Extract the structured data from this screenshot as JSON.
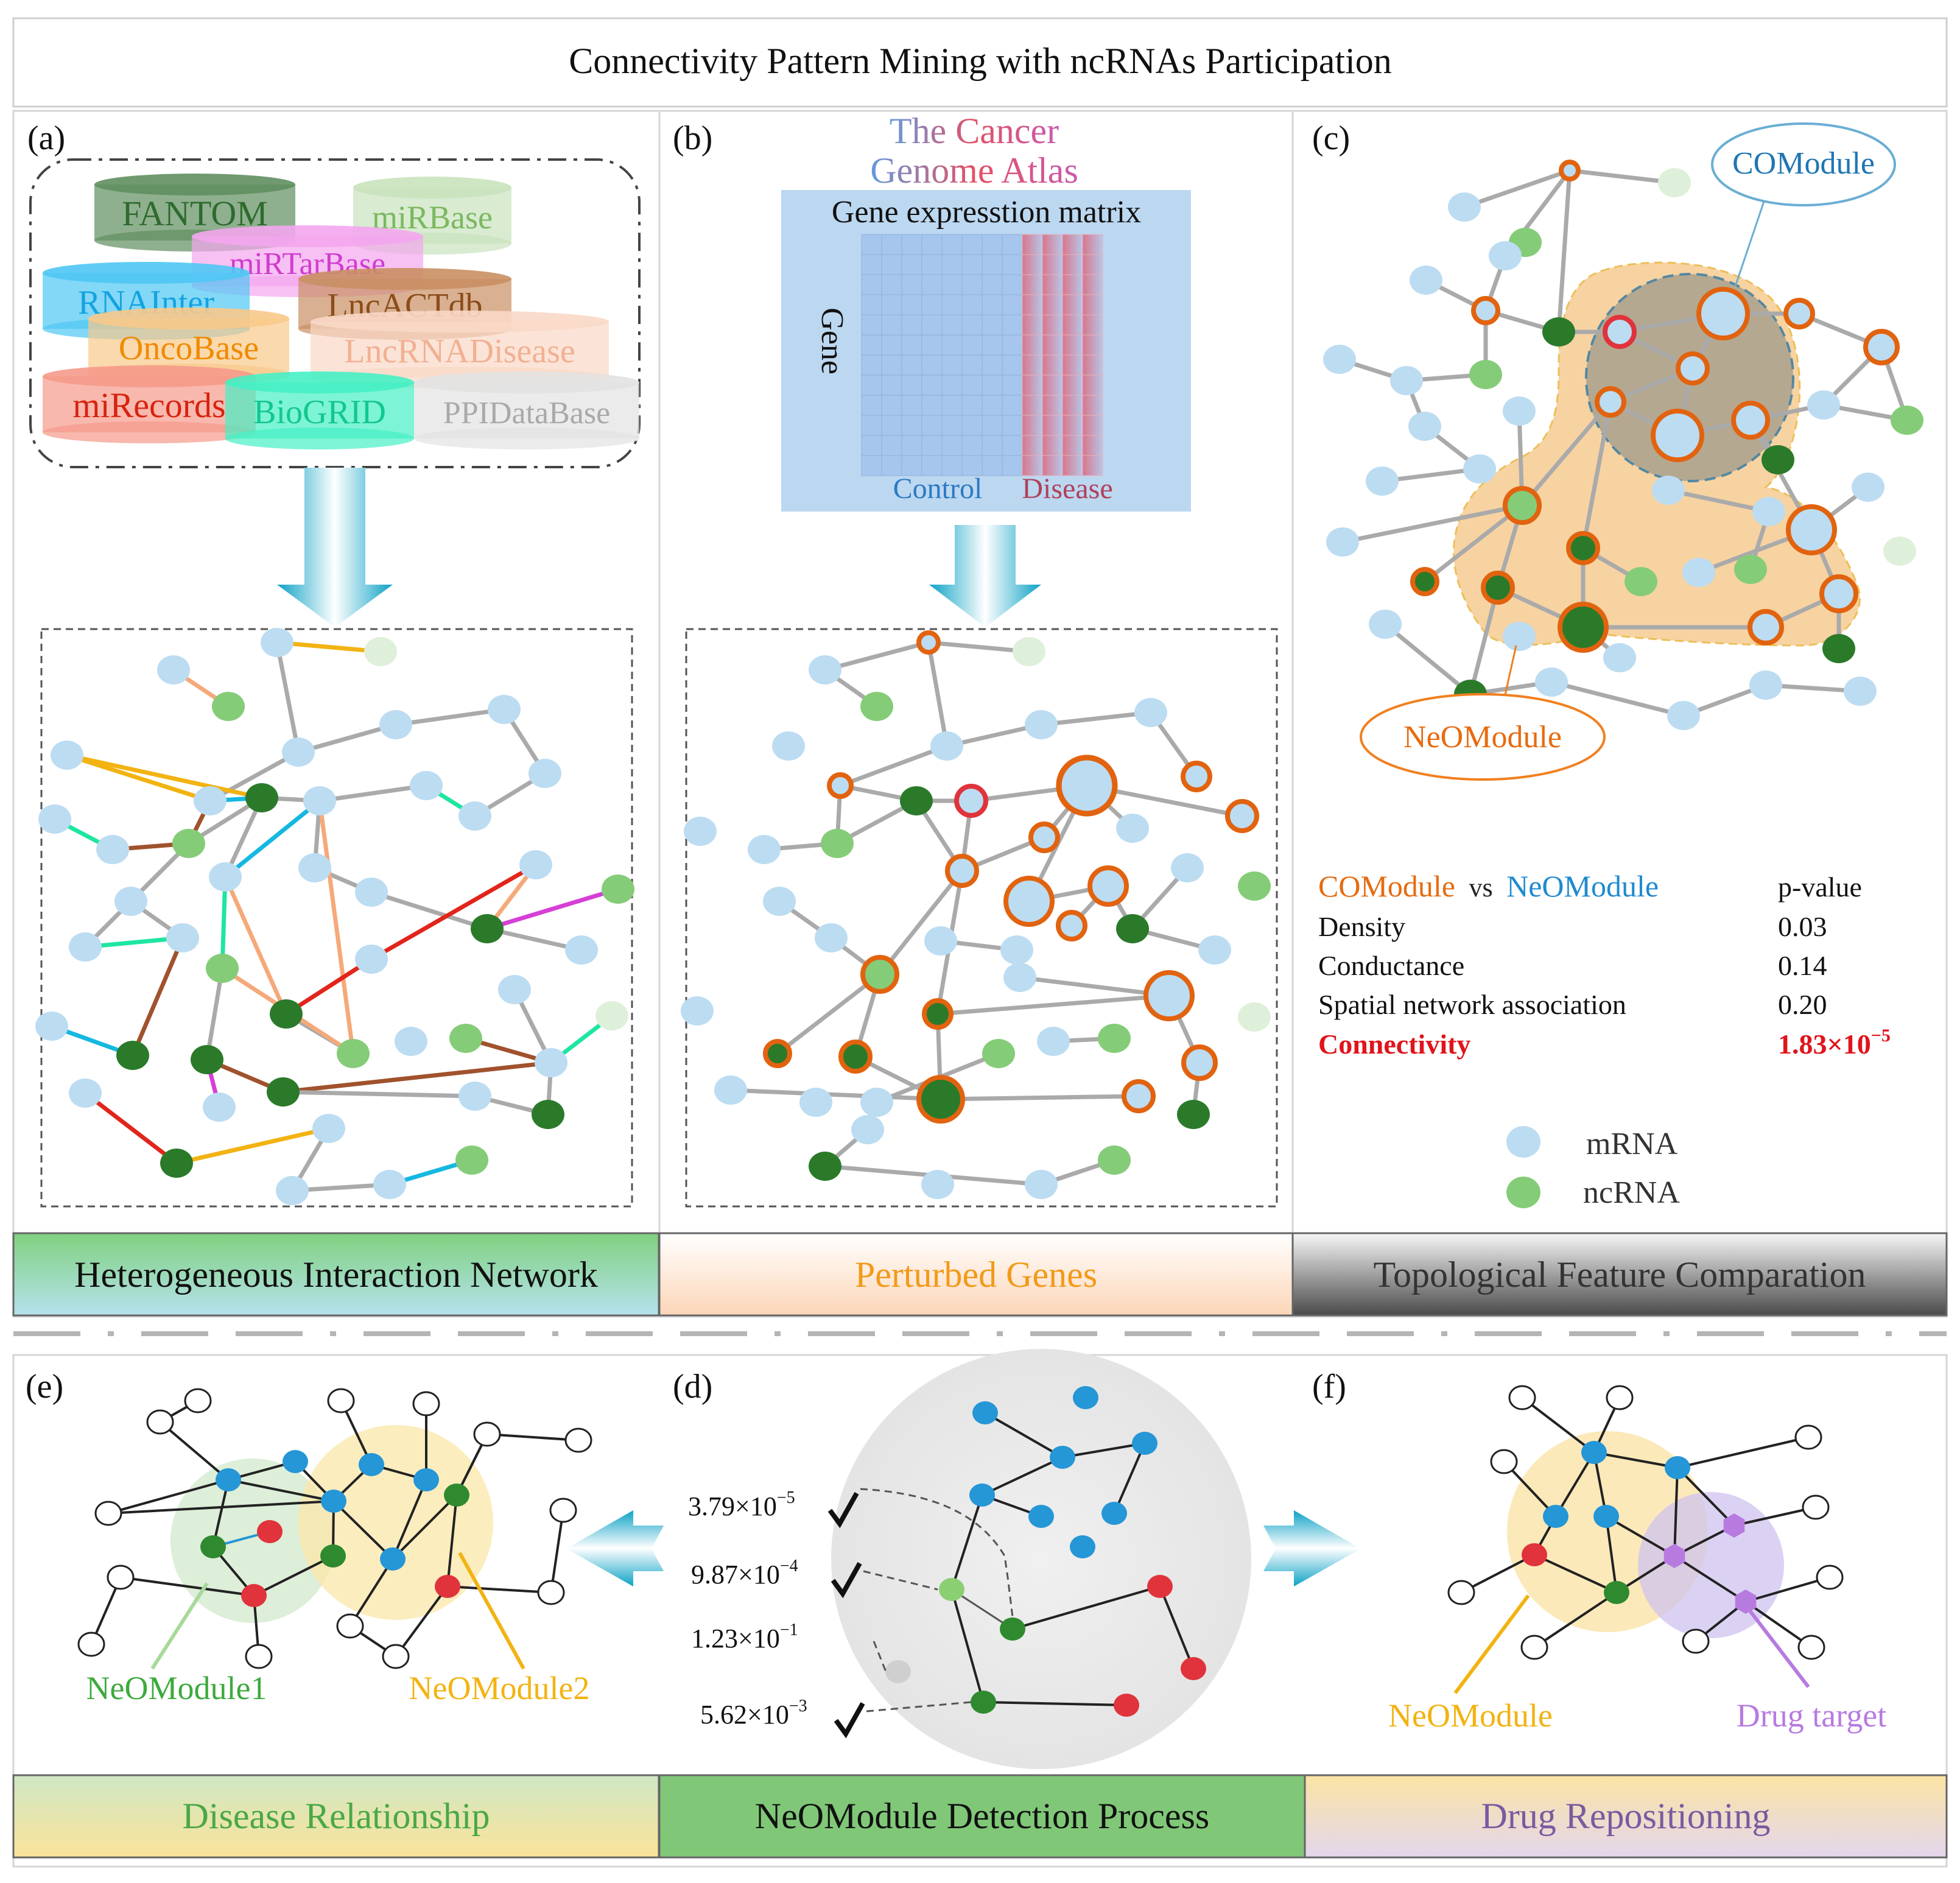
{
  "title": "Connectivity Pattern Mining with ncRNAs Participation",
  "panel_a": {
    "label": "(a)",
    "databases": [
      {
        "name": "FANTOM",
        "color": "#5f8f5f",
        "text": "#2e6b2e"
      },
      {
        "name": "miRBase",
        "color": "#c9e3bd",
        "text": "#7bb860"
      },
      {
        "name": "miRTarBase",
        "color": "#f4a6ee",
        "text": "#d03ccf"
      },
      {
        "name": "RNAInter",
        "color": "#4fc7f4",
        "text": "#14a3e0"
      },
      {
        "name": "LncACTdb",
        "color": "#c98f63",
        "text": "#8b4d1a"
      },
      {
        "name": "OncoBase",
        "color": "#f8c98a",
        "text": "#f08a00"
      },
      {
        "name": "LncRNADisease",
        "color": "#f9d8c6",
        "text": "#f2b092"
      },
      {
        "name": "miRecords",
        "color": "#f59a8a",
        "text": "#d6230f"
      },
      {
        "name": "BioGRID",
        "color": "#46f0c4",
        "text": "#12c88f"
      },
      {
        "name": "PPIDataBase",
        "color": "#e2e2e2",
        "text": "#a9a9a9"
      }
    ],
    "footer": "Heterogeneous Interaction Network"
  },
  "panel_b": {
    "label": "(b)",
    "source_line1": "The Cancer",
    "source_line2": "Genome Atlas",
    "matrix_title": "Gene expresstion matrix",
    "row_label": "Gene",
    "control_label": "Control",
    "disease_label": "Disease",
    "footer": "Perturbed Genes"
  },
  "panel_c": {
    "label": "(c)",
    "comodule_label": "COModule",
    "neomodule_label": "NeOModule",
    "table_header_a": "COModule",
    "table_header_vs": "vs",
    "table_header_b": "NeOModule",
    "table_header_p": "p-value",
    "rows": [
      {
        "metric": "Density",
        "p": "0.03"
      },
      {
        "metric": "Conductance",
        "p": "0.14"
      },
      {
        "metric": "Spatial network association",
        "p": "0.20"
      }
    ],
    "highlight_metric": "Connectivity",
    "highlight_p_base": "1.83×10",
    "highlight_p_exp": "−5",
    "legend": [
      {
        "name": "mRNA",
        "color": "#bcdcf2"
      },
      {
        "name": "ncRNA",
        "color": "#85cc78"
      }
    ],
    "footer": "Topological Feature Comparation"
  },
  "panel_e": {
    "label": "(e)",
    "module1": "NeOModule1",
    "module2": "NeOModule2",
    "footer": "Disease Relationship"
  },
  "panel_d": {
    "label": "(d)",
    "pvalues": [
      {
        "base": "3.79×10",
        "exp": "−5"
      },
      {
        "base": "9.87×10",
        "exp": "−4"
      },
      {
        "base": "1.23×10",
        "exp": "−1"
      },
      {
        "base": "5.62×10",
        "exp": "−3"
      }
    ],
    "footer": "NeOModule Detection Process"
  },
  "panel_f": {
    "label": "(f)",
    "module_label": "NeOModule",
    "target_label": "Drug target",
    "footer": "Drug Repositioning"
  },
  "colors": {
    "mrna": "#bcdcf2",
    "ncrna": "#85cc78",
    "dark_ncrna": "#2a7a2a",
    "perturbed": "#e2630f",
    "module_fill": "#f6c98c",
    "blue_node": "#2596d6",
    "red_node": "#e0333b",
    "green_node": "#2f8a2f",
    "drug_target": "#b77be0"
  }
}
